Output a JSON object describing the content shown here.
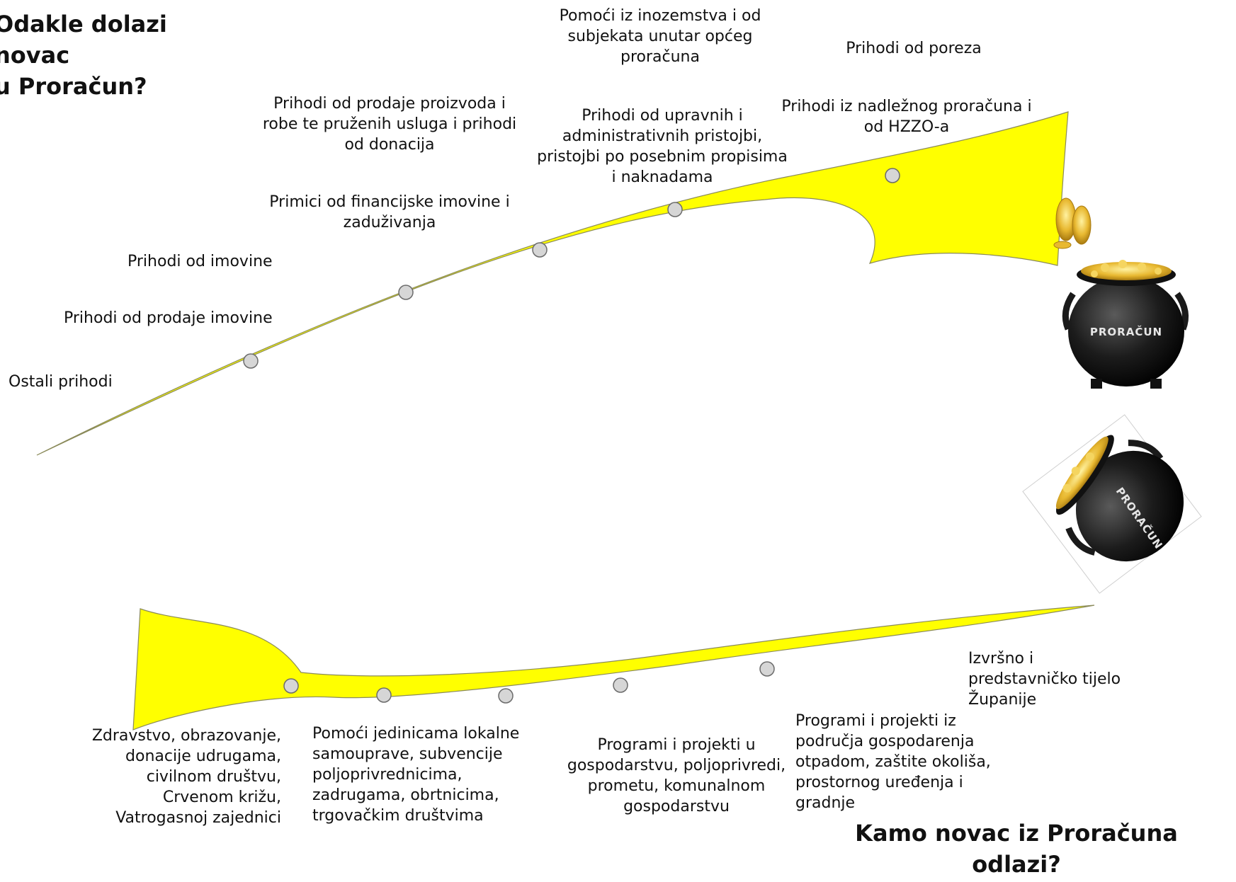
{
  "colors": {
    "arrow_fill": "#ffff00",
    "arrow_stroke": "#8a8a5a",
    "node_fill": "#d6d6d6",
    "node_stroke": "#6b6b6b",
    "pot": "#111111",
    "gold": "#e8b830"
  },
  "income": {
    "title": "Odakle dolazi novac\nu Proračun?",
    "items": [
      "Ostali prihodi",
      "Prihodi od prodaje imovine",
      "Prihodi od imovine",
      "Primici od financijske imovine i\nzaduživanja",
      "Prihodi od prodaje proizvoda i\nrobe te pruženih usluga i prihodi\nod donacija",
      "Prihodi od upravnih i\nadministrativnih pristojbi,\npristojbi po posebnim propisima\ni  naknadama",
      "Pomoći iz inozemstva i od\nsubjekata unutar općeg\nproračuna",
      "Prihodi od poreza",
      "Prihodi iz nadležnog proračuna i\nod HZZO-a"
    ]
  },
  "pot_label": "PRORAČUN",
  "expenditure": {
    "title": "Kamo novac iz Proračuna\nodlazi?",
    "items": [
      "Izvršno i\npredstavničko tijelo\nŽupanije",
      "Programi i projekti iz\npodručja gospodarenja\notpadom, zaštite okoliša,\nprostornog uređenja i\ngradnje",
      "Programi i projekti u\ngospodarstvu, poljoprivredi,\nprometu, komunalnom\ngospodarstvu",
      "Pomoći jedinicama lokalne\nsamouprave, subvencije\npoljoprivrednicima,\nzadrugama, obrtnicima,\ntrgovačkim društvima",
      "Zdravstvo, obrazovanje,\ndonacije udrugama,\ncivilnom društvu,\nCrvenom križu,\nVatrogasnoj zajednici"
    ]
  }
}
